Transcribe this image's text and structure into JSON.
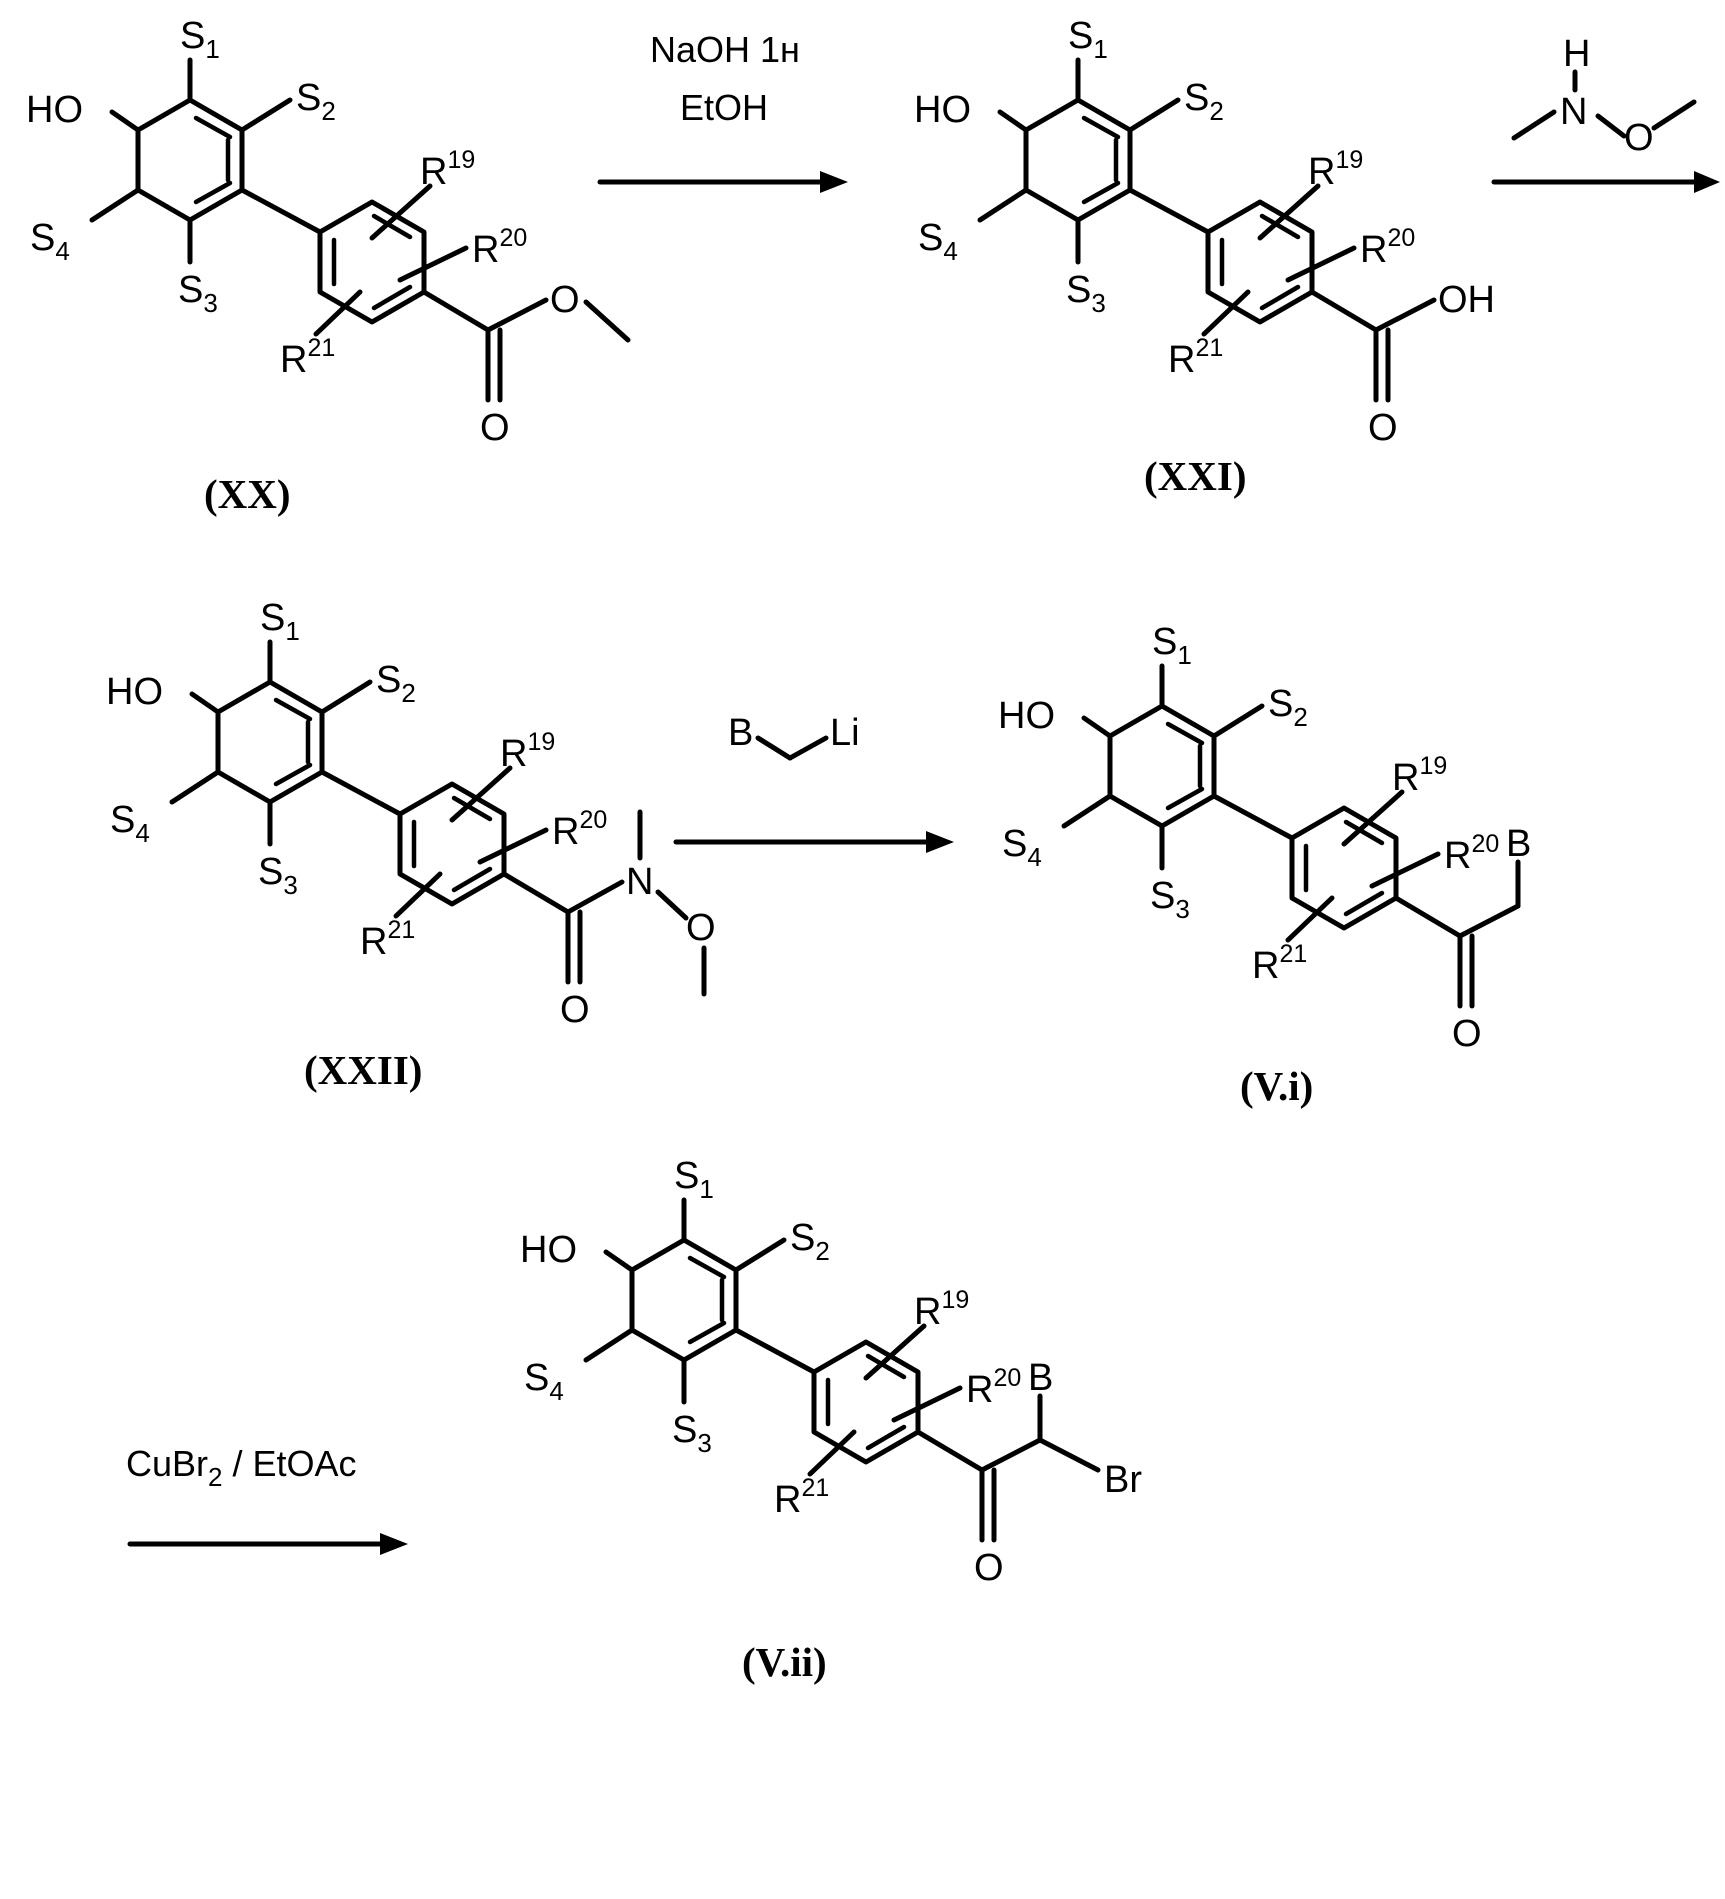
{
  "scheme": {
    "compounds": [
      {
        "id": "XX",
        "label": "(XX)",
        "groups": {
          "oh": "HO",
          "s1": "1",
          "s2": "2",
          "s3": "3",
          "s4": "4",
          "r19": "19",
          "r20": "20",
          "r21": "21"
        },
        "carbonyl_o": "O"
      },
      {
        "id": "XXI",
        "label": "(XXI)",
        "groups": {
          "oh": "HO",
          "s1": "1",
          "s2": "2",
          "s3": "3",
          "s4": "4",
          "r19": "19",
          "r20": "20",
          "r21": "21"
        },
        "carbonyl_o": "O",
        "acid_oh": "OH"
      },
      {
        "id": "XXII",
        "label": "(XXII)",
        "groups": {
          "oh": "HO",
          "s1": "1",
          "s2": "2",
          "s3": "3",
          "s4": "4",
          "r19": "19",
          "r20": "20",
          "r21": "21"
        },
        "carbonyl_o": "O",
        "amide_n": "N",
        "amide_o": "O"
      },
      {
        "id": "V.i",
        "label": "(V.i)",
        "groups": {
          "oh": "HO",
          "s1": "1",
          "s2": "2",
          "s3": "3",
          "s4": "4",
          "r19": "19",
          "r20": "20",
          "r21": "21"
        },
        "carbonyl_o": "O",
        "b_group": "B"
      },
      {
        "id": "V.ii",
        "label": "(V.ii)",
        "groups": {
          "oh": "HO",
          "s1": "1",
          "s2": "2",
          "s3": "3",
          "s4": "4",
          "r19": "19",
          "r20": "20",
          "r21": "21"
        },
        "carbonyl_o": "O",
        "b_group": "B",
        "halogen": "Br"
      }
    ],
    "reagents": {
      "step1_line1": "NaOH 1н",
      "step1_line2": "EtOH",
      "step2_h": "H",
      "step2_n": "N",
      "step2_o": "O",
      "step3_b": "B",
      "step3_li": "Li",
      "step4_main": "CuBr",
      "step4_sub": "2",
      "step4_rest": " / EtOAc"
    },
    "symbols": {
      "s": "S",
      "r": "R"
    }
  }
}
